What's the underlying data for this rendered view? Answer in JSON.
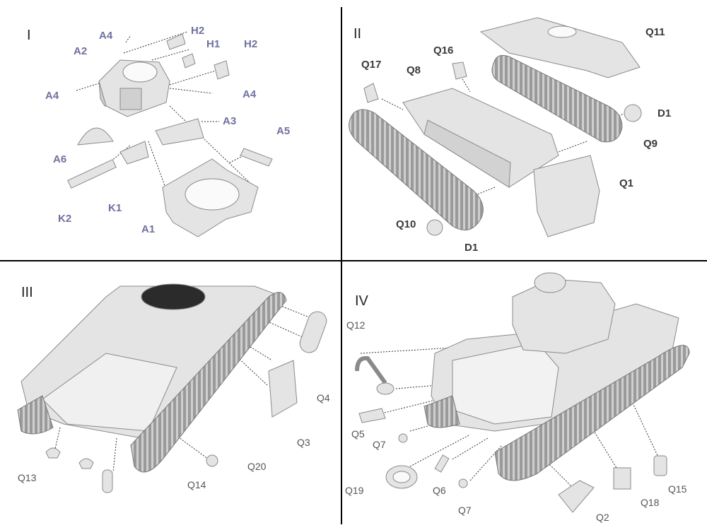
{
  "panels": [
    {
      "id": "panel-1",
      "numeral": "I",
      "labels": [
        "A4",
        "H2",
        "A2",
        "H1",
        "H2",
        "A4",
        "A4",
        "A3",
        "A5",
        "A6",
        "K1",
        "K2",
        "A1"
      ]
    },
    {
      "id": "panel-2",
      "numeral": "II",
      "labels": [
        "Q11",
        "Q16",
        "Q17",
        "Q8",
        "D1",
        "Q9",
        "Q1",
        "Q10",
        "D1"
      ]
    },
    {
      "id": "panel-3",
      "numeral": "III",
      "labels": [
        "Q4",
        "Q3",
        "Q13",
        "Q14",
        "Q20"
      ]
    },
    {
      "id": "panel-4",
      "numeral": "IV",
      "labels": [
        "Q12",
        "Q5",
        "Q7",
        "Q19",
        "Q6",
        "Q7",
        "Q2",
        "Q18",
        "Q15"
      ]
    }
  ],
  "colors": {
    "panel_1_label": "#7070a0",
    "panel_2_label": "#3a3a3a",
    "panel_34_label": "#555555",
    "divider": "#000000",
    "part_fill": "#e4e4e4",
    "part_stroke": "#8a8a8a"
  }
}
